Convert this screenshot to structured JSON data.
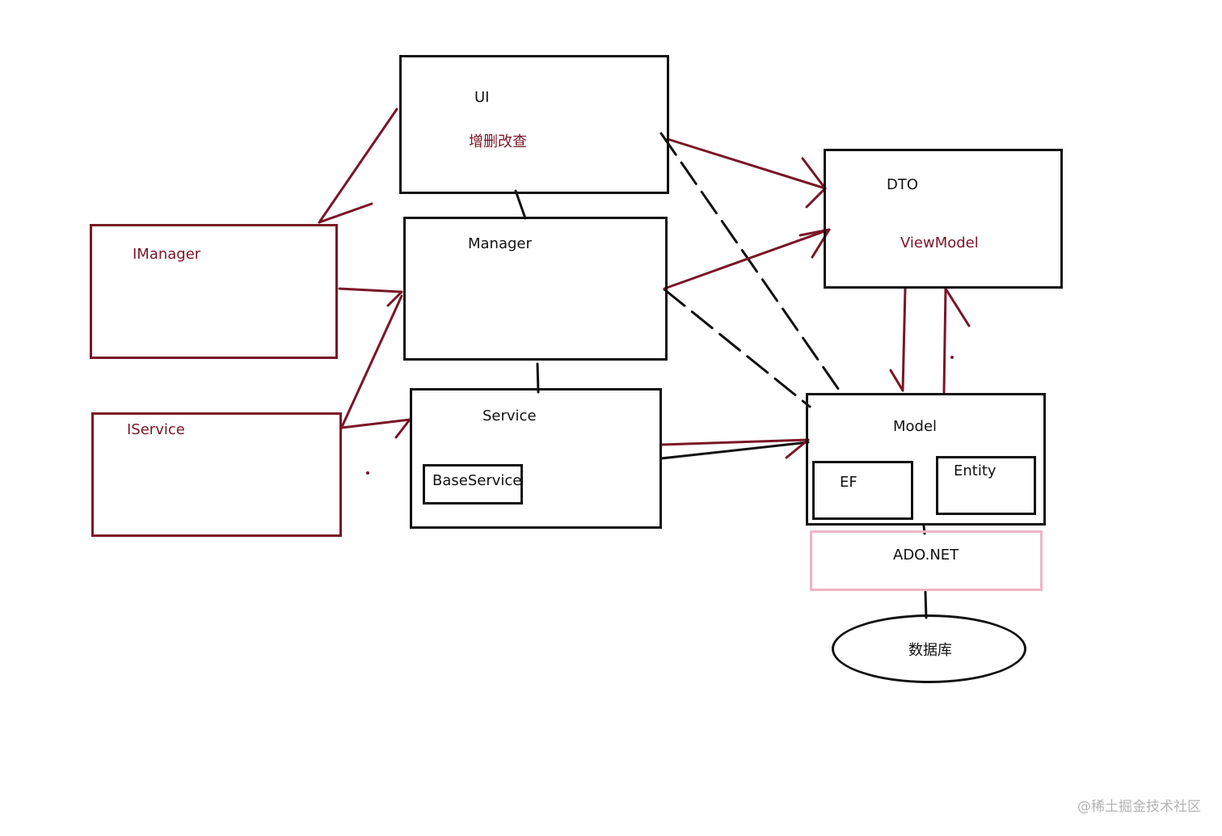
{
  "colors": {
    "stroke_black": "#111111",
    "stroke_red": "#7a1526",
    "stroke_pink": "#f0b4c4",
    "label_red": "#7a1526",
    "watermark": "#b3b3b3"
  },
  "nodes": {
    "ui": {
      "title": "UI",
      "subtitle": "增删改查"
    },
    "dto": {
      "title": "DTO",
      "subtitle": "ViewModel"
    },
    "imanager": {
      "title": "IManager"
    },
    "manager": {
      "title": "Manager"
    },
    "iservice": {
      "title": "IService"
    },
    "service": {
      "title": "Service"
    },
    "baseservice": {
      "title": "BaseService"
    },
    "model": {
      "title": "Model"
    },
    "ef": {
      "title": "EF"
    },
    "entity": {
      "title": "Entity"
    },
    "adonet": {
      "title": "ADO.NET"
    },
    "database": {
      "title": "数据库"
    }
  },
  "watermark": "@稀土掘金技术社区"
}
